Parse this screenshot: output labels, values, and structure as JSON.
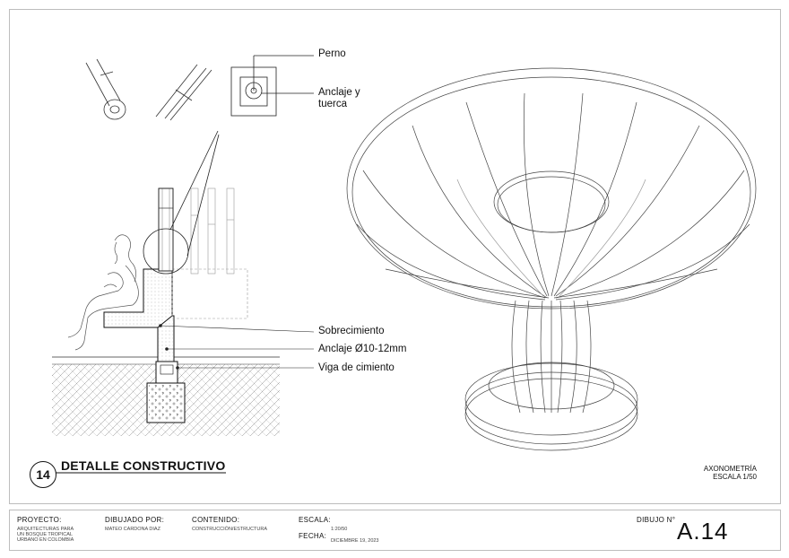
{
  "callouts": {
    "perno": "Perno",
    "anclaje_tuerca_1": "Anclaje y",
    "anclaje_tuerca_2": "tuerca",
    "sobrecimiento": "Sobrecimiento",
    "anclaje_rod": "Anclaje Ø10-12mm",
    "viga": "Viga de cimiento"
  },
  "detail": {
    "number": "14",
    "title": "DETALLE CONSTRUCTIVO"
  },
  "axonometry": {
    "line1": "AXONOMETRÍA",
    "line2": "ESCALA 1/50"
  },
  "title_block": {
    "proyecto_label": "PROYECTO:",
    "proyecto_lines": [
      "ARQUITECTURAS PARA",
      "UN BOSQUE TROPICAL",
      "URBANO EN COLOMBIA"
    ],
    "dibujado_label": "DIBUJADO POR:",
    "dibujado_value": "MATEO CARDONA DIAZ",
    "contenido_label": "CONTENIDO:",
    "contenido_value": "CONSTRUCCIÓN/ESTRUCTURA",
    "escala_label": "ESCALA:",
    "escala_value": "1:20/50",
    "fecha_label": "FECHA:",
    "fecha_value": "DICIEMBRE 19, 2023",
    "dibujo_label": "DIBUJO N°",
    "dibujo_value": "A.14"
  }
}
